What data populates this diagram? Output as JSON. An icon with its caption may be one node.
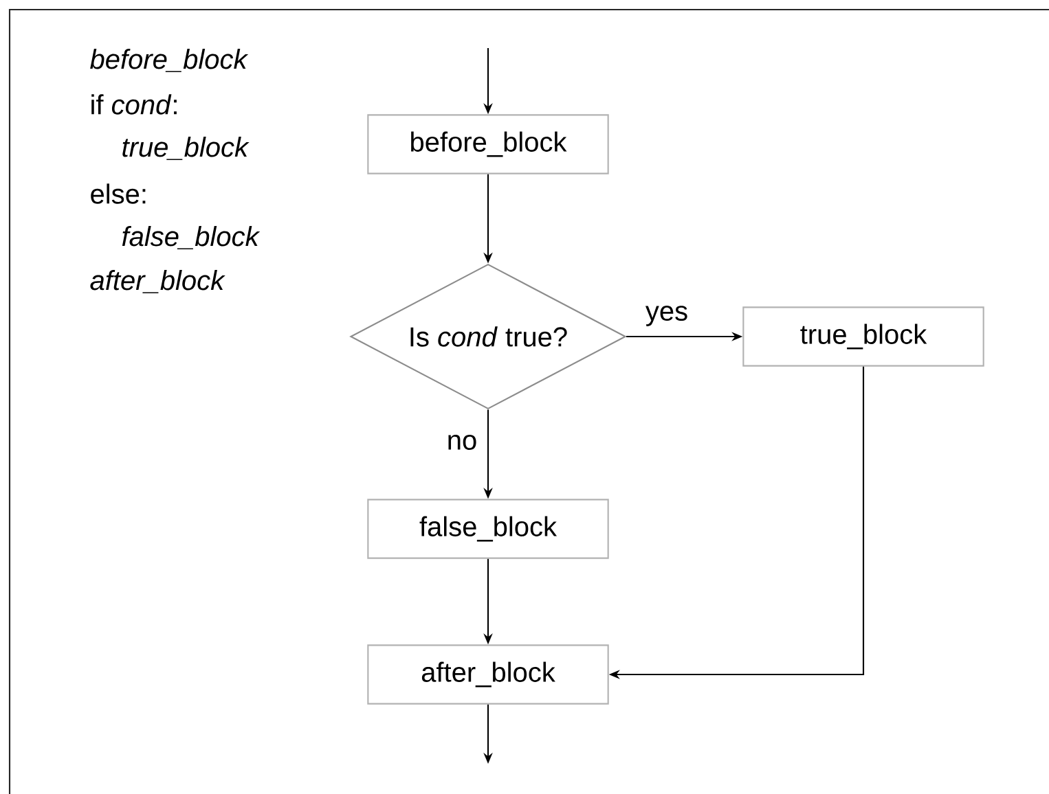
{
  "diagram": {
    "nodes": [
      {
        "text": [
          "before_block"
        ]
      },
      {
        "text": [
          "Is *cond* true?"
        ]
      },
      {
        "text": [
          "true_block"
        ]
      },
      {
        "text": [
          "false_block"
        ]
      },
      {
        "text": [
          "after_block"
        ]
      }
    ],
    "edges": [
      {
        "from": null,
        "to": 0,
        "arrow": "to"
      },
      {
        "from": 0,
        "to": 1,
        "arrow": "to"
      },
      {
        "from": 1,
        "to": 2,
        "arrow": "to",
        "label": "yes"
      },
      {
        "from": 1,
        "to": 3,
        "arrow": "to",
        "label": "no"
      },
      {
        "from": 3,
        "to": 4,
        "arrow": "to"
      },
      {
        "from": 2,
        "to": 4,
        "arrow": "to"
      },
      {
        "from": 4,
        "to": null,
        "arrow": "to"
      }
    ],
    "labels": [
      "before_block",
      "if *cond*:",
      "true_block",
      "else:",
      "false_block",
      "after_block"
    ]
  }
}
